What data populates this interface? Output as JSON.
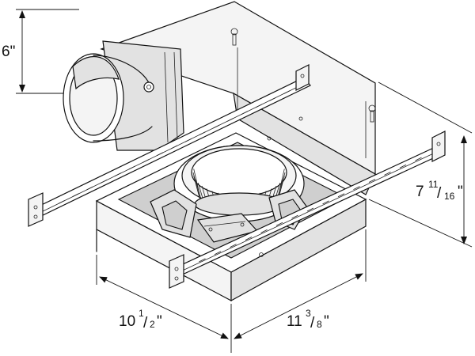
{
  "dimensions": {
    "height_duct": {
      "whole": "6\""
    },
    "housing_height": {
      "whole": "7",
      "num": "11",
      "den": "16",
      "unit": "\""
    },
    "housing_width": {
      "whole": "10",
      "num": "1",
      "den": "2",
      "unit": "\""
    },
    "housing_length": {
      "whole": "11",
      "num": "3",
      "den": "8",
      "unit": "\""
    }
  }
}
